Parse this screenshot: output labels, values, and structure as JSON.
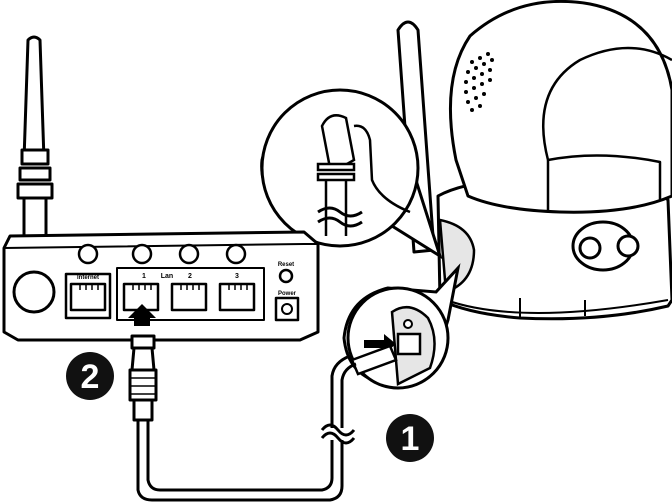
{
  "router": {
    "ports": {
      "internet_label": "Internet",
      "lan_label": "Lan",
      "lan1": "1",
      "lan2": "2",
      "lan3": "3"
    },
    "reset_label": "Reset",
    "power_label": "Power"
  },
  "steps": {
    "step1": "1",
    "step2": "2"
  },
  "colors": {
    "line": "#000000",
    "fill": "#ffffff",
    "shade": "#e6e6e6",
    "badge": "#111111"
  }
}
